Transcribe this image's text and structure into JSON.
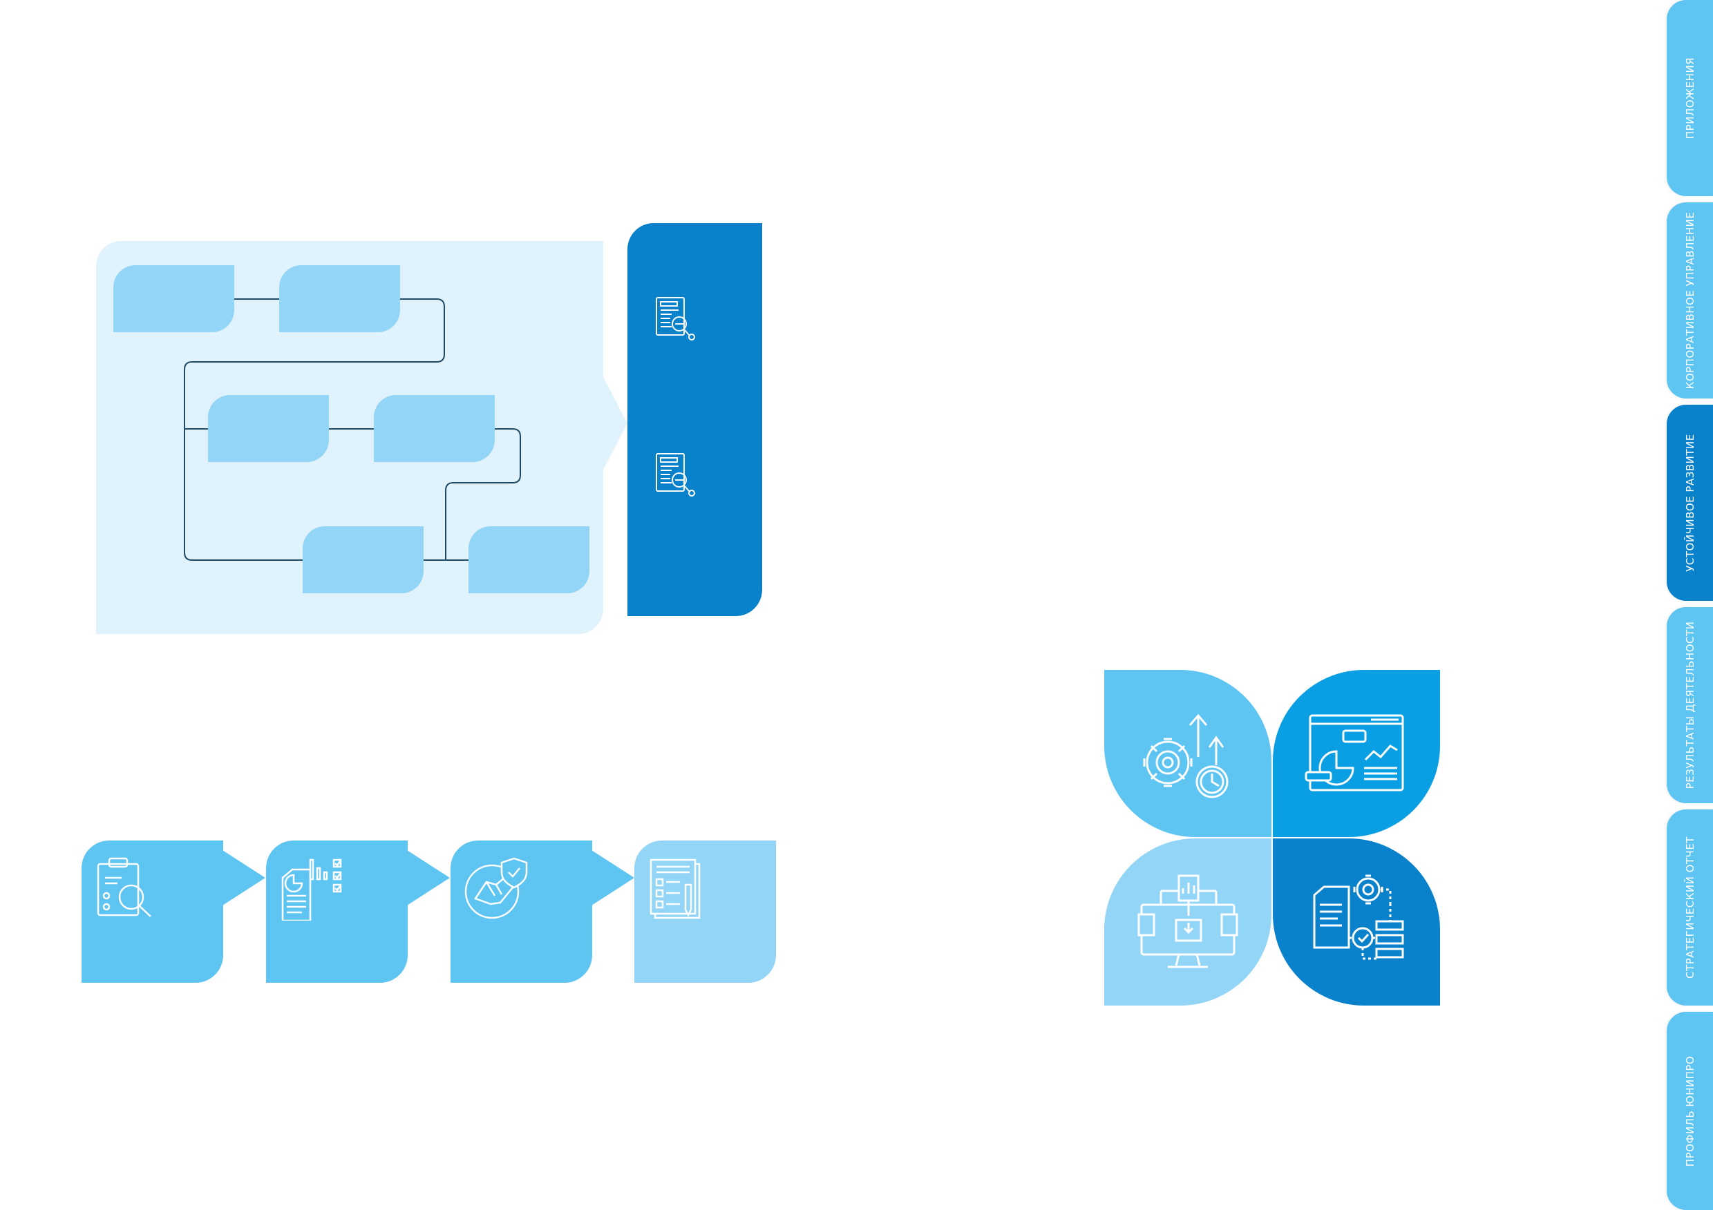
{
  "side_tabs": [
    {
      "label": "ПРИЛОЖЕНИЯ",
      "active": false
    },
    {
      "label": "КОРПОРАТИВНОЕ УПРАВЛЕНИЕ",
      "active": false
    },
    {
      "label": "УСТОЙЧИВОЕ РАЗВИТИЕ",
      "active": true
    },
    {
      "label": "РЕЗУЛЬТАТЫ ДЕЯТЕЛЬНОСТИ",
      "active": false
    },
    {
      "label": "СТРАТЕГИЧЕСКИЙ ОТЧЕТ",
      "active": false
    },
    {
      "label": "ПРОФИЛЬ ЮНИПРО",
      "active": false
    }
  ],
  "colors": {
    "accent_dark": "#0a82cb",
    "accent_mid": "#5ec4f1",
    "accent_light": "#93d5f6",
    "panel_bg": "#e0f2fc",
    "connector": "#1f4a66"
  },
  "flow": {
    "icons": [
      "document-search-icon",
      "document-search-icon"
    ]
  },
  "process_steps": [
    {
      "icon": "clipboard-search-icon"
    },
    {
      "icon": "report-chart-checklist-icon"
    },
    {
      "icon": "handshake-shield-icon"
    },
    {
      "icon": "checklist-document-icon"
    }
  ],
  "petals": [
    {
      "icon": "gear-growth-clock-icon",
      "color": "#5ec4f1"
    },
    {
      "icon": "dashboard-analytics-icon",
      "color": "#0a9fe3"
    },
    {
      "icon": "computer-data-flow-icon",
      "color": "#93d5f6"
    },
    {
      "icon": "process-gear-flowchart-icon",
      "color": "#0a82cb"
    }
  ]
}
